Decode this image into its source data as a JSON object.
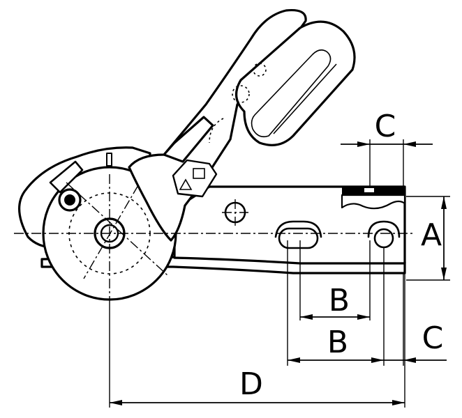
{
  "dimension_labels": {
    "a": "A",
    "b_upper": "B",
    "b_lower": "B",
    "c_top": "C",
    "c_bottom": "C",
    "d": "D"
  },
  "colors": {
    "ink": "#000000",
    "paper": "#ffffff"
  }
}
